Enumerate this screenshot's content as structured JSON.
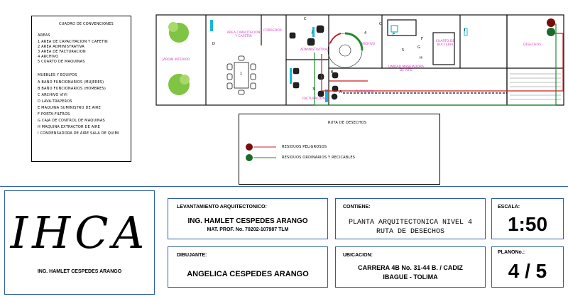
{
  "conventions": {
    "title": "CUADRO DE CONVENCIONES",
    "areas_heading": "AREAS",
    "areas": [
      "1  AREA DE CAPACITACION Y CAFETIN",
      "2  AREA ADMINISTRATIVA",
      "3  AREA DE FACTURACION",
      "4  ARCHIVO",
      "5  CUARTO DE MAQUINAS"
    ],
    "furniture_heading": "MUEBLES Y EQUIPOS",
    "furniture": [
      "A  BAÑO FUNCIONARIOS (MUJERES)",
      "B  BAÑO FUNCIONARIOS (HOMBRES)",
      "C  ARCHIVO VIVI",
      "D  LAVA-TRAPEROS",
      "E  MAQUINA SUMINISTRO DE AIRE",
      "F  PORTA-FILTROS",
      "G  CAJA DE CONTROL DE MAQUINAS",
      "H  MAQUINA EXTRACTOR DE AIRE",
      "I  CONDENSADORA DE AIRE SALA DE QUIMI"
    ]
  },
  "plan": {
    "labels": {
      "jardin": "JARDIN INTERIOR",
      "capacitacion": "AREA CAPACITACION Y CAFETIN",
      "corredor": "CORREDOR",
      "administrativa": "ADMINISTRATIVA",
      "archivo": "ARCHIVO",
      "facturacion": "FACTURACION",
      "claraboya": "CLARABOYA",
      "unidad": "UNIDAD MANEJADORA DE AIRE",
      "cuarto": "CUARTO DE BUCTERIA",
      "desechos": "DESECHOS"
    },
    "marks": {
      "d": "D",
      "c1": "C",
      "c2": "C",
      "n1": "1",
      "n2": "2",
      "n3": "3",
      "n4": "4",
      "n5": "5",
      "a": "A",
      "b": "B",
      "e": "E",
      "f": "F",
      "g": "G",
      "h": "H",
      "i": "I"
    },
    "colors": {
      "wall": "#111111",
      "magenta": "#d43fbf",
      "green": "#1e8b2e",
      "red": "#cc1f1f",
      "cyan": "#15b8d8",
      "hazard_dot": "#7a0c0c",
      "recycle_dot": "#1a6b2a",
      "frame_blue": "#2f5fa8"
    }
  },
  "route": {
    "title": "RUTA DE DESECHOS",
    "hazardous": "RESIDUOS PELIGROSOS",
    "ordinary": "RESIDUOS ORDINARIOS Y RECICABLES"
  },
  "titleblock": {
    "logo": "IHCA",
    "logo_caption": "ING. HAMLET CESPEDES ARANGO",
    "survey_label": "LEVANTAMIENTO ARQUITECTONICO:",
    "survey_name": "ING. HAMLET CESPEDES ARANGO",
    "survey_license": "MAT. PROF. No. 70202-107987 TLM",
    "drawer_label": "DIBUJANTE:",
    "drawer_name": "ANGELICA CESPEDES ARANGO",
    "contains_label": "CONTIENE:",
    "contains_line1": "PLANTA ARQUITECTONICA NIVEL 4",
    "contains_line2": "RUTA DE DESECHOS",
    "location_label": "UBICACION:",
    "location_line1": "CARRERA 4B No. 31-44  B. / CADIZ",
    "location_line2": "IBAGUE - TOLIMA",
    "scale_label": "ESCALA:",
    "scale_value": "1:50",
    "plan_label": "PLANONo.:",
    "plan_value": "4 / 5"
  }
}
